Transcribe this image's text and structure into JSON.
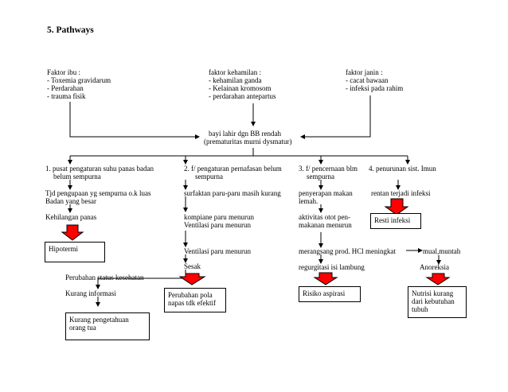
{
  "heading": "5. Pathways",
  "ibu": {
    "title": "Faktor ibu :",
    "items": [
      "- Toxemia gravidarum",
      "- Perdarahan",
      "- trauma fisik"
    ]
  },
  "kehamilan": {
    "title": "faktor kehamilan   :",
    "items": [
      "- kehamilan ganda",
      "- Kelainan kromosom",
      "- perdarahan antepartus"
    ]
  },
  "janin": {
    "title": "faktor janin    :",
    "items": [
      "- cacat bawaan",
      "- infeksi pada rahim"
    ]
  },
  "center": {
    "line1": "bayi lahir dgn BB rendah",
    "line2": "(prematuritas murni dysmatur)"
  },
  "col1": {
    "head1": "1. pusat pengaturan suhu panas badan",
    "head2": "belum sempurna",
    "a1": "Tjd pengupaan yg sempurna o.k luas",
    "a2": "Badan yang besar",
    "b": "Kehilangan panas",
    "box": "Hipotermi"
  },
  "col2": {
    "head1": "2. f/ pengaturan pernafasan belum",
    "head2": "sempurna",
    "a": "surfaktan paru-paru masih kurang",
    "b1": "kompiane paru menurun",
    "b2": "Ventilasi paru menurun",
    "c": "Ventilasi paru menurun",
    "d": "Sesak",
    "e": "Perubahan status kesehatan",
    "f": "Kurang informasi",
    "box1": [
      "Kurang pengetahuan",
      "orang tua"
    ],
    "box2": [
      "Perubahan pola",
      "napas tdk efektif"
    ]
  },
  "col3": {
    "head1": "3. f/ pencernaan blm",
    "head2": "sempurna",
    "a1": "penyerapan makan",
    "a2": "lemah.",
    "b1": "aktivitas otot pen-",
    "b2": "makanan menurun",
    "c": "merangsang prod. HCl meningkat",
    "d": "regurgitasi isi lambung",
    "box": "Risiko aspirasi"
  },
  "col4": {
    "head": "4. penurunan sist. Imun",
    "a": "rentan terjadi infeksi",
    "box": "Resti infeksi",
    "b": "mual,muntah",
    "c": "Anoreksia",
    "box2": [
      "Nutrisi kurang",
      "dari kebutuhan",
      "tubuh"
    ]
  },
  "colors": {
    "arrow_fill": "#ff0000",
    "line": "#000000"
  }
}
